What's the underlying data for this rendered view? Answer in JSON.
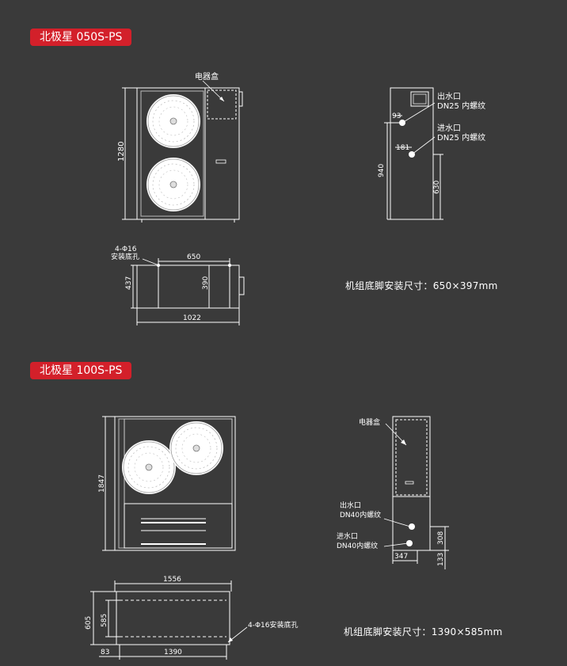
{
  "sections": [
    {
      "title": "北极星 050S-PS",
      "front": {
        "label_box": "电器盒",
        "height": "1280"
      },
      "side": {
        "outlet_label": "出水口",
        "outlet_spec": "DN25 内螺纹",
        "outlet_offset": "93",
        "inlet_label": "进水口",
        "inlet_spec": "DN25 内螺纹",
        "inlet_offset": "181",
        "height_left": "940",
        "height_right": "630"
      },
      "base": {
        "hole_label": "4-Φ16",
        "hole_label2": "安装底孔",
        "width_inner": "650",
        "depth_outer": "437",
        "depth_inner": "390",
        "width_outer": "1022"
      },
      "install_note": "机组底脚安装尺寸：650×397mm"
    },
    {
      "title": "北极星 100S-PS",
      "front": {
        "height": "1847"
      },
      "side": {
        "label_box": "电器盒",
        "outlet_label": "出水口",
        "outlet_spec": "DN40内螺纹",
        "inlet_label": "进水口",
        "inlet_spec": "DN40内螺纹",
        "dim_308": "308",
        "dim_133": "133",
        "dim_347": "347"
      },
      "base": {
        "width_top": "1556",
        "depth_outer": "605",
        "depth_inner": "585",
        "hole_label": "4-Φ16安装底孔",
        "offset": "83",
        "width_bottom": "1390"
      },
      "install_note": "机组底脚安装尺寸：1390×585mm"
    }
  ]
}
